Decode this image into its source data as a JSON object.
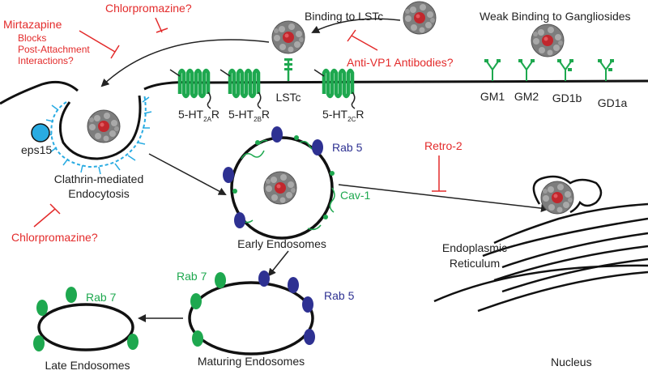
{
  "labels": {
    "binding_lstc": "Binding to LSTc",
    "weak_binding": "Weak Binding to Gangliosides",
    "lstc": "LSTc",
    "clathrin": "Clathrin-mediated",
    "endocytosis": "Endocytosis",
    "eps15": "eps15",
    "early_endosomes": "Early Endosomes",
    "maturing_endosomes": "Maturing Endosomes",
    "late_endosomes": "Late Endosomes",
    "er_line1": "Endoplasmic",
    "er_line2": "Reticulum",
    "nucleus": "Nucleus",
    "cav1": "Cav-1"
  },
  "receptors": [
    {
      "pre": "5-HT",
      "sub": "2A",
      "post": "R"
    },
    {
      "pre": "5-HT",
      "sub": "2B",
      "post": "R"
    },
    {
      "pre": "5-HT",
      "sub": "2C",
      "post": "R"
    }
  ],
  "gangliosides": [
    "GM1",
    "GM2",
    "GD1b",
    "GD1a"
  ],
  "inhibitors": {
    "chlorpromazine_top": "Chlorpromazine?",
    "mirtazapine": "Mirtazapine",
    "mirtazapine_sub1": "Blocks",
    "mirtazapine_sub2": "Post-Attachment",
    "mirtazapine_sub3": "Interactions?",
    "anti_vp1": "Anti-VP1 Antibodies?",
    "retro2": "Retro-2",
    "chlorpromazine_bottom": "Chlorpromazine?"
  },
  "markers": {
    "rab5": "Rab 5",
    "rab7": "Rab 7"
  },
  "colors": {
    "inhibitor_red": "#e32b2b",
    "rab5_blue": "#2e3192",
    "rab7_green": "#1ea84f",
    "receptor_green": "#1ea84f",
    "clathrin_blue": "#29abe2",
    "eps15_blue": "#29abe2",
    "virus_gray": "#8a8a8a",
    "virus_core_red": "#c1272d"
  }
}
